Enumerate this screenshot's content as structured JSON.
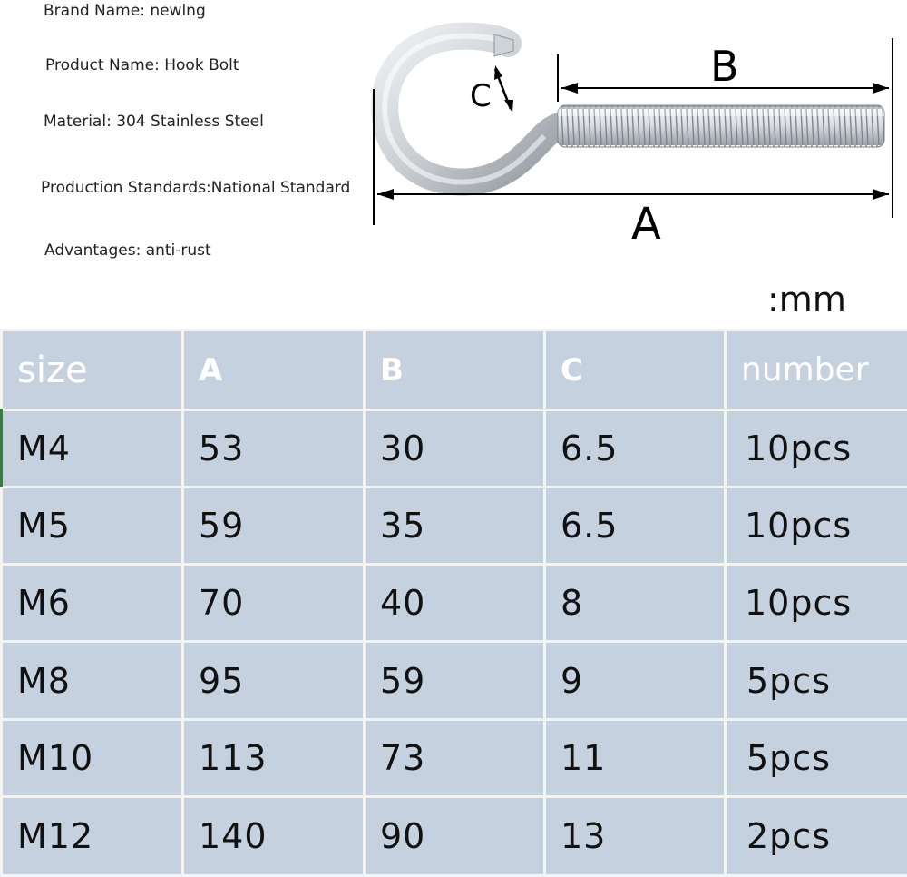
{
  "specs": {
    "brand": "Brand Name: newlng",
    "product": "Product Name: Hook Bolt",
    "material": "Material: 304 Stainless Steel",
    "standard": "Production Standards:National Standard",
    "advantages": "Advantages: anti-rust"
  },
  "diagram": {
    "label_a": "A",
    "label_b": "B",
    "label_c": "C",
    "colors": {
      "metal_light": "#e9ecef",
      "metal_dark": "#8f969e",
      "line": "#000000"
    }
  },
  "unit_label": ":mm",
  "table": {
    "columns": [
      "size",
      "A",
      "B",
      "C",
      "number"
    ],
    "rows": [
      [
        "M4",
        "53",
        "30",
        "6.5",
        "10pcs"
      ],
      [
        "M5",
        "59",
        "35",
        "6.5",
        "10pcs"
      ],
      [
        "M6",
        "70",
        "40",
        "8",
        "10pcs"
      ],
      [
        "M8",
        "95",
        "59",
        "9",
        "5pcs"
      ],
      [
        "M10",
        "113",
        "73",
        "11",
        "5pcs"
      ],
      [
        "M12",
        "140",
        "90",
        "13",
        "2pcs"
      ]
    ],
    "colors": {
      "cell_bg": "#c6d1df",
      "header_text": "#ffffff",
      "body_text": "#111111"
    }
  }
}
